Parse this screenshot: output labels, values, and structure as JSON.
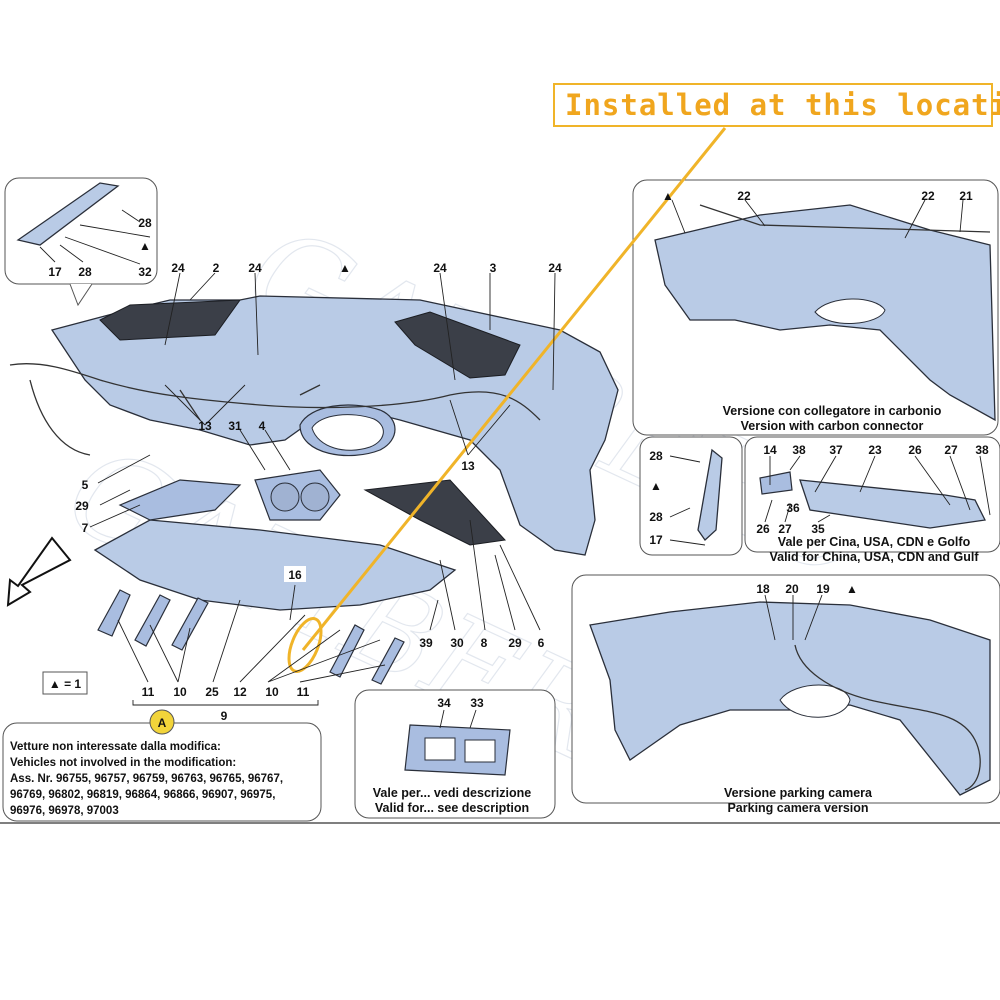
{
  "callout": {
    "text": "Installed at this location",
    "color": "#f0a61e"
  },
  "colors": {
    "part_fill": "#b9cbe6",
    "highlight": "#f0b429",
    "outline": "#2a2f3a"
  },
  "labels": {
    "n2": "2",
    "n3": "3",
    "n4": "4",
    "n5": "5",
    "n6": "6",
    "n7": "7",
    "n8": "8",
    "n9": "9",
    "n10": "10",
    "n11": "11",
    "n12": "12",
    "n13": "13",
    "n14": "14",
    "n16": "16",
    "n17": "17",
    "n18": "18",
    "n19": "19",
    "n20": "20",
    "n21": "21",
    "n22": "22",
    "n23": "23",
    "n24": "24",
    "n25": "25",
    "n26": "26",
    "n27": "27",
    "n28": "28",
    "n29": "29",
    "n30": "30",
    "n31": "31",
    "n32": "32",
    "n33": "33",
    "n34": "34",
    "n35": "35",
    "n36": "36",
    "n37": "37",
    "n38": "38",
    "n39": "39",
    "tri": "▲",
    "tri_eq": "▲ = 1",
    "a_marker": "A"
  },
  "notes": {
    "carbon_it": "Versione con collegatore in carbonio",
    "carbon_en": "Version with carbon connector",
    "china_it": "Vale per Cina, USA, CDN e Golfo",
    "china_en": "Valid for China, USA, CDN and Gulf",
    "plate_it": "Vale per... vedi descrizione",
    "plate_en": "Valid for... see description",
    "camera_it": "Versione parking camera",
    "camera_en": "Parking camera version",
    "vehicles_it": "Vetture non interessate dalla modifica:",
    "vehicles_en": "Vehicles not involved in the modification:",
    "ass_line1": "Ass. Nr. 96755, 96757, 96759, 96763, 96765, 96767,",
    "ass_line2": "96769, 96802, 96819, 96864, 96866, 96907, 96975,",
    "ass_line3": "96976, 96978, 97003"
  }
}
